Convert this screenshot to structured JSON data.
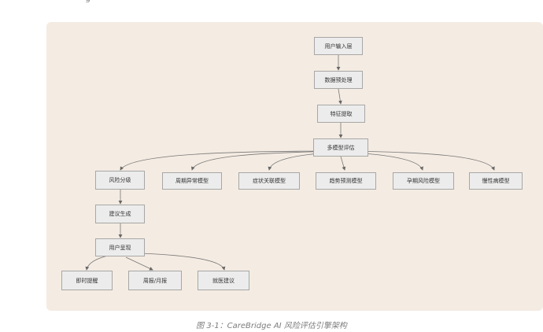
{
  "top_fragment": "g",
  "nodes": {
    "input": "用户输入层",
    "preprocess": "数据预处理",
    "feature": "特征提取",
    "multi_model": "多模型评估",
    "risk_grading": "风险分级",
    "cycle_anomaly": "周期异常模型",
    "symptom_assoc": "症状关联模型",
    "trend_predict": "趋势预测模型",
    "pregnancy_risk": "孕期风险模型",
    "chronic": "慢性病模型",
    "suggestion": "建议生成",
    "presentation": "用户呈现",
    "instant_alert": "即时提醒",
    "weekly_monthly": "周报/月报",
    "medical_advice": "就医建议"
  },
  "caption": "图 3-1：CareBridge AI 风险评估引擎架构"
}
